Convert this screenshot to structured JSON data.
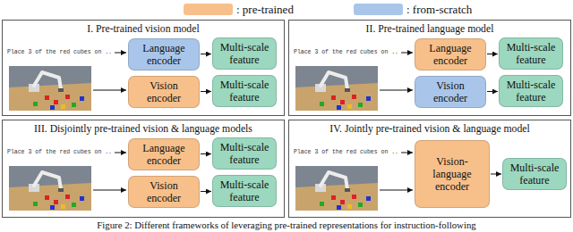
{
  "diagram": {
    "caption": "Figure 2: Different frameworks of leveraging pre-trained representations for instruction-following",
    "nodes": [
      {
        "text": [
          "I. Pre-trained vision model"
        ]
      },
      {
        "text": [
          "Language encoder"
        ],
        "in": 0
      },
      {
        "text": [
          "Multi-scale feature"
        ],
        "in": 0
      },
      {
        "text": [
          "Vision encoder"
        ],
        "in": 0
      },
      {
        "text": [
          "Multi-scale feature"
        ],
        "in": 0
      },
      {
        "text": [
          "II. Pre-trained language model"
        ]
      },
      {
        "text": [
          "Language encoder"
        ],
        "in": 5
      },
      {
        "text": [
          "Multi-scale feature"
        ],
        "in": 5
      },
      {
        "text": [
          "Vision encoder"
        ],
        "in": 5
      },
      {
        "text": [
          "Multi-scale feature"
        ],
        "in": 5
      },
      {
        "text": [
          "III. Disjointly pre-trained vision & language models"
        ]
      },
      {
        "text": [
          "Language encoder"
        ],
        "in": 10
      },
      {
        "text": [
          "Multi-scale feature"
        ],
        "in": 10
      },
      {
        "text": [
          "Vision encoder"
        ],
        "in": 10
      },
      {
        "text": [
          "Multi-scale feature"
        ],
        "in": 10
      },
      {
        "text": [
          "IV. Jointly pre-trained vision & language model"
        ]
      },
      {
        "text": [
          "Vision-language encoder"
        ],
        "in": 15
      },
      {
        "text": [
          "Multi-scale feature"
        ],
        "in": 15
      }
    ],
    "edges": [
      {
        "from": 1,
        "to": 2,
        "arrow": "to"
      },
      {
        "from": 3,
        "to": 4,
        "arrow": "to"
      },
      {
        "from": 6,
        "to": 7,
        "arrow": "to"
      },
      {
        "from": 8,
        "to": 9,
        "arrow": "to"
      },
      {
        "from": 11,
        "to": 12,
        "arrow": "to"
      },
      {
        "from": 13,
        "to": 14,
        "arrow": "to"
      },
      {
        "from": 16,
        "to": 17,
        "arrow": "to"
      }
    ],
    "labels": [
      "Place 3 of the red cubes on ..",
      "Place 3 of the red cubes on ..",
      "Place 3 of the red cubes on ..",
      "Place 3 of the red cubes on .."
    ],
    "legend": [
      {
        "text": ": pre-trained",
        "color": "#f7c08b"
      },
      {
        "text": ": from-scratch",
        "color": "#a9c6ea"
      }
    ]
  }
}
